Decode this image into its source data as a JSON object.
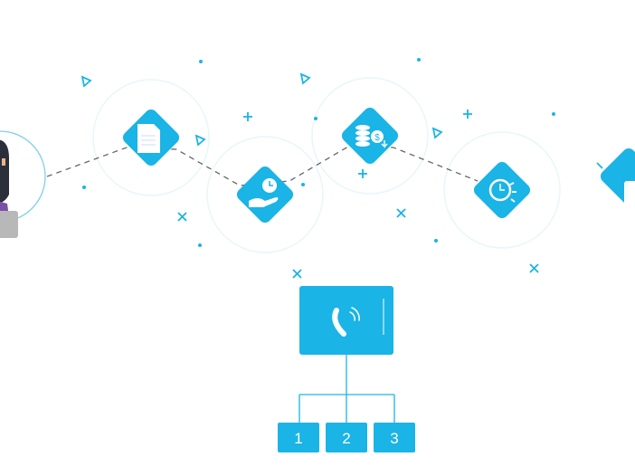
{
  "colors": {
    "accent": "#1ab4e6",
    "line": "#666666",
    "halo": "#e6f5fb",
    "avatar_ring": "#7fd0ea"
  },
  "flow_steps": [
    {
      "icon": "document-icon"
    },
    {
      "icon": "hand-clock-icon"
    },
    {
      "icon": "coins-dollar-icon"
    },
    {
      "icon": "gear-clock-icon"
    },
    {
      "icon": "person-icon"
    }
  ],
  "phone_menu": {
    "icon": "phone-ringing-icon",
    "options": [
      "1",
      "2",
      "3"
    ]
  }
}
